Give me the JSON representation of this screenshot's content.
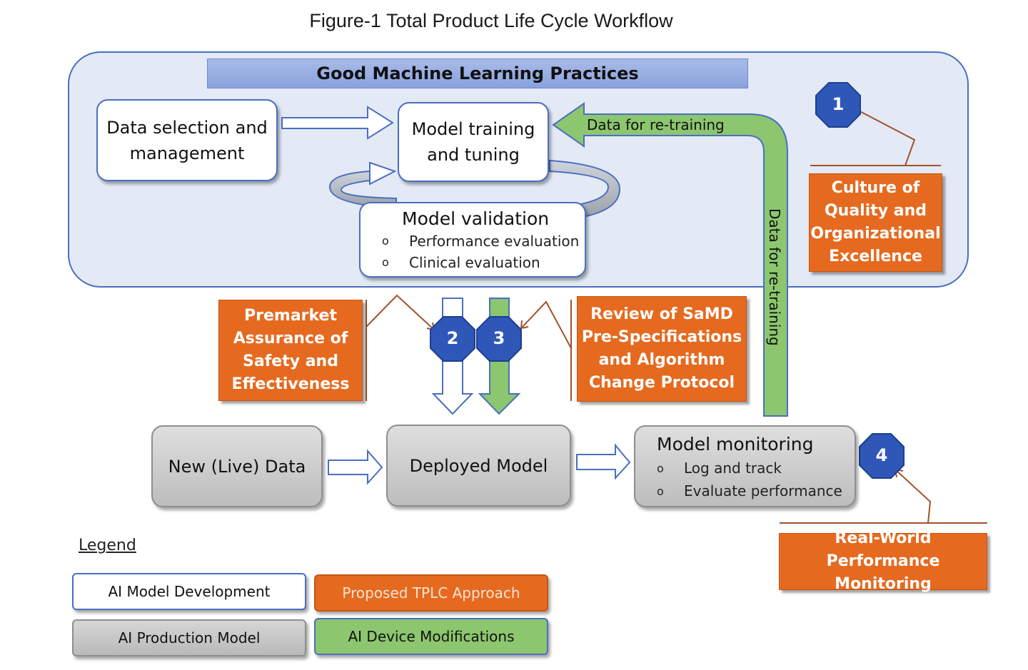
{
  "figure_title": "Figure-1 Total Product Life Cycle Workflow",
  "gmlp": {
    "banner": "Good Machine Learning Practices"
  },
  "boxes": {
    "data_selection": "Data selection and management",
    "model_training": "Model training and tuning",
    "model_validation": {
      "title": "Model validation",
      "items": [
        "Performance evaluation",
        "Clinical evaluation"
      ]
    },
    "new_live_data": "New (Live) Data",
    "deployed_model": "Deployed Model",
    "model_monitoring": {
      "title": "Model monitoring",
      "items": [
        "Log and track",
        "Evaluate performance"
      ]
    }
  },
  "retraining": {
    "horizontal_label": "Data for re-training",
    "vertical_label": "Data for re-training"
  },
  "callouts": {
    "culture": "Culture of Quality and Organizational Excellence",
    "premarket": "Premarket Assurance of Safety and Effectiveness",
    "review": "Review of SaMD Pre-Specifications and Algorithm Change Protocol",
    "real_world": "Real-World Performance Monitoring"
  },
  "badges": [
    "1",
    "2",
    "3",
    "4"
  ],
  "legend": {
    "title": "Legend",
    "items": [
      {
        "label": "AI Model Development",
        "style": "white"
      },
      {
        "label": "Proposed TPLC Approach",
        "style": "orange"
      },
      {
        "label": "AI Production Model",
        "style": "gray"
      },
      {
        "label": "AI Device Modifications",
        "style": "green"
      }
    ]
  },
  "colors": {
    "frame_border": "#4a6fc1",
    "frame_fill": "#e3e9f5",
    "orange": "#e56a1f",
    "green": "#8cc66e",
    "badge_blue": "#2f57b8",
    "callout_line": "#a0522d"
  }
}
